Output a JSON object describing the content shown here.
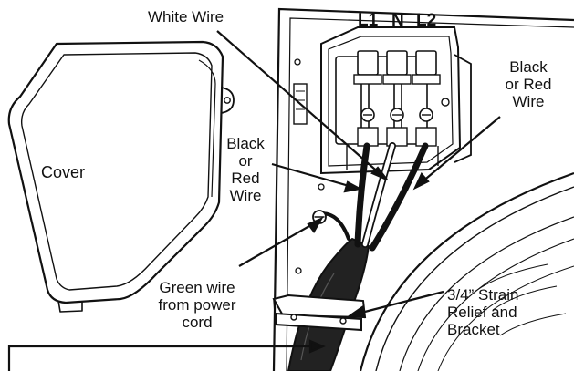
{
  "labels": {
    "white_wire": "White Wire",
    "cover": "Cover",
    "black_red_wire_left": "Black\nor\nRed\nWire",
    "black_red_wire_right": "Black\nor Red\nWire",
    "green_wire": "Green wire\nfrom power\ncord",
    "strain_relief": "3/4” Strain\nRelief and\nBracket"
  },
  "terminals": {
    "l1": "L1",
    "n": "N",
    "l2": "L2"
  },
  "colors": {
    "line": "#111111",
    "background": "#ffffff"
  }
}
